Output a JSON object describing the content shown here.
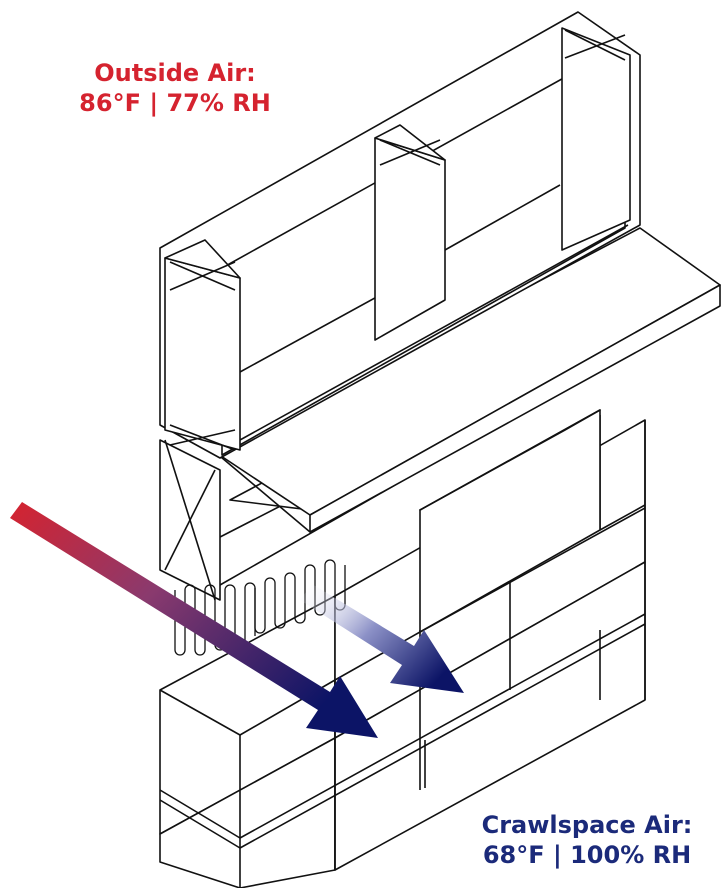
{
  "outside": {
    "title": "Outside Air:",
    "reading": "86°F | 77% RH",
    "color": "#d5232f"
  },
  "crawlspace": {
    "title": "Crawlspace Air:",
    "reading": "68°F | 100% RH",
    "color": "#1b2a7a"
  },
  "colors": {
    "line": "#111111",
    "arrow_warm": "#d5232f",
    "arrow_cool": "#0c1466"
  }
}
